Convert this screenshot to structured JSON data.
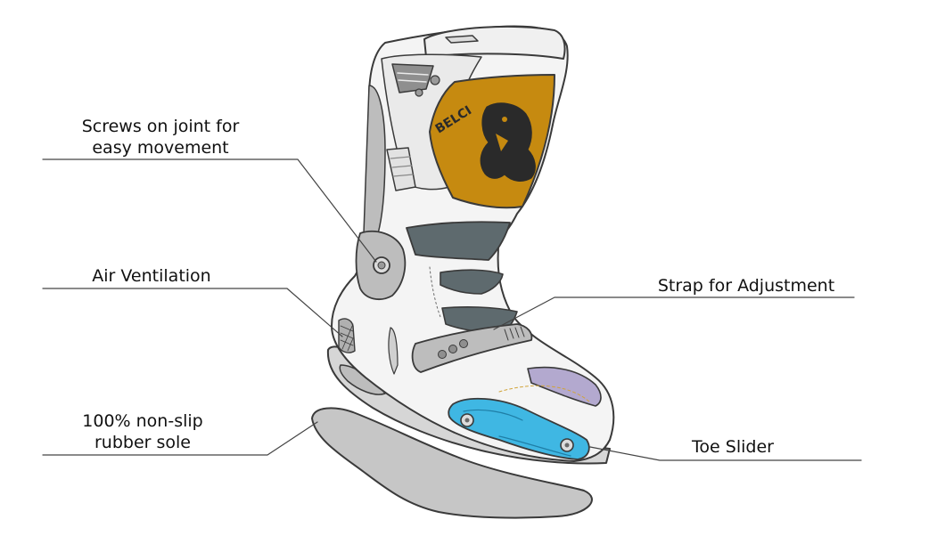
{
  "callouts": {
    "screws": {
      "line1": "Screws on joint for",
      "line2": "easy movement"
    },
    "air_ventilation": "Air Ventilation",
    "strap": "Strap for Adjustment",
    "sole": {
      "line1": "100% non-slip",
      "line2": "rubber sole"
    },
    "toe_slider": "Toe Slider"
  },
  "brand": "BELCI",
  "colors": {
    "outline": "#3a3a3a",
    "shell": "#f4f4f4",
    "gray_panel": "#b9b9b9",
    "dark_panel": "#5e6a6e",
    "gold_panel": "#c68a10",
    "toe_slider": "#3fb7e3",
    "toe_cap": "#b3a9cf",
    "sole": "#c6c6c6",
    "leader_line": "#444444"
  }
}
